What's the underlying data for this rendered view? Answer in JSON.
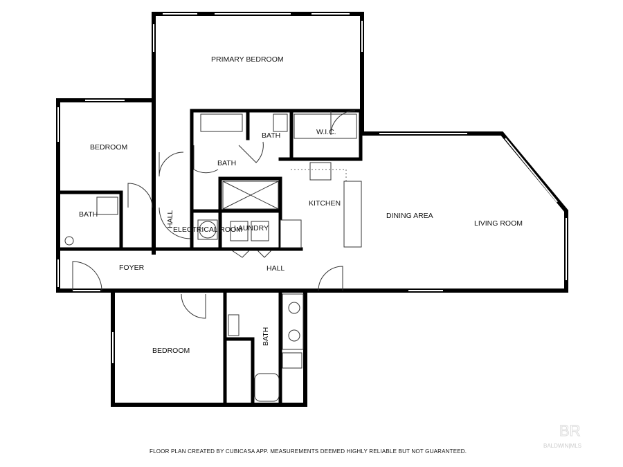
{
  "rooms": {
    "primary_bedroom": "PRIMARY BEDROOM",
    "bedroom_left": "BEDROOM",
    "bedroom_bottom": "BEDROOM",
    "bath_primary": "BATH",
    "bath_primary_toilet": "BATH",
    "wic": "W.I.C.",
    "bath_left": "BATH",
    "bath_bottom": "BATH",
    "hall_vertical": "HALL",
    "hall": "HALL",
    "electrical_room": "ELECTRICAL ROOM",
    "laundry": "LAUNDRY",
    "kitchen": "KITCHEN",
    "dining_area": "DINING AREA",
    "living_room": "LIVING ROOM",
    "foyer": "FOYER"
  },
  "footer": "FLOOR PLAN CREATED BY CUBICASA APP. MEASUREMENTS DEEMED HIGHLY RELIABLE BUT NOT GUARANTEED.",
  "watermark": {
    "logo": "BR",
    "text": "BALDWIN|MLS"
  }
}
